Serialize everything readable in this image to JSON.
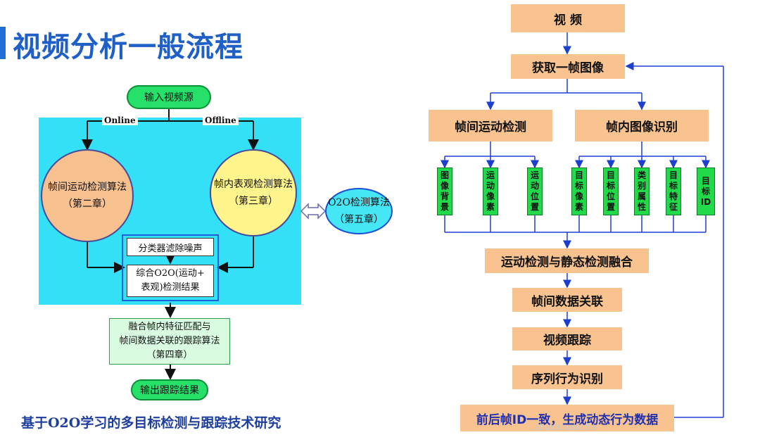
{
  "title": "视频分析一般流程",
  "caption": "基于O2O学习的多目标检测与跟踪技术研究",
  "watermark": "shaoshuaiche",
  "left": {
    "input": "输入视频源",
    "online": "Online",
    "offline": "Offline",
    "circle1": [
      "帧间运动检测算法",
      "（第二章）"
    ],
    "circle2": [
      "帧内表观检测算法",
      "（第三章）"
    ],
    "circle3": [
      "O2O检测算法",
      "（第五章）"
    ],
    "filter": "分类器滤除噪声",
    "combine": [
      "综合O2O(运动+",
      "表观)检测结果"
    ],
    "fusion": [
      "融合帧内特征匹配与",
      "帧间数据关联的跟踪算法",
      "（第四章）"
    ],
    "output": "输出跟踪结果"
  },
  "right": {
    "video": "视  频",
    "acquire": "获取一帧图像",
    "motion": "帧间运动检测",
    "recog": "帧内图像识别",
    "cols": [
      [
        "图",
        "像",
        "背",
        "景"
      ],
      [
        "运",
        "动",
        "像",
        "素"
      ],
      [
        "运",
        "动",
        "位",
        "置"
      ],
      [
        "目",
        "标",
        "像",
        "素"
      ],
      [
        "目",
        "标",
        "位",
        "置"
      ],
      [
        "类",
        "别",
        "属",
        "性"
      ],
      [
        "目",
        "标",
        "特",
        "征"
      ],
      [
        "目",
        "标",
        "ID"
      ]
    ],
    "fuse": "运动检测与静态检测融合",
    "assoc": "帧间数据关联",
    "track": "视频跟踪",
    "seq": "序列行为识别",
    "final": "前后帧ID一致，生成动态行为数据"
  }
}
